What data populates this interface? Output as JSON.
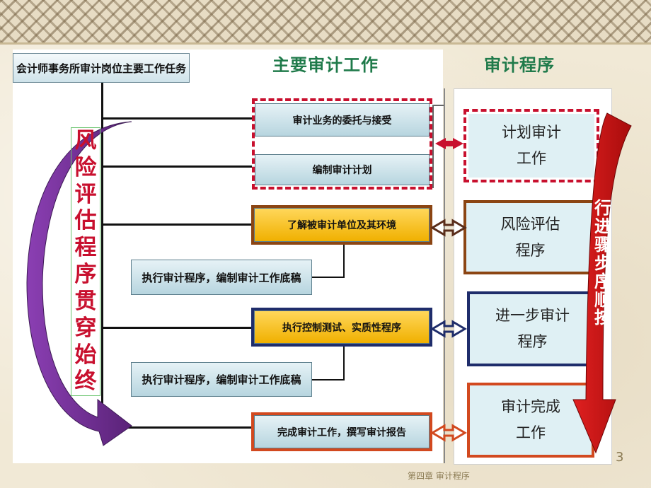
{
  "headings": {
    "main_work": "主要审计工作",
    "procedures": "审计程序"
  },
  "top_box": "会计师事务所审计岗位主要工作任务",
  "tasks": [
    "审计业务的委托与接受",
    "编制审计计划",
    "了解被审计单位及其环境",
    "执行审计程序，编制审计工作底稿",
    "执行控制测试、实质性程序",
    "执行审计程序，编制审计工作底稿",
    "完成审计工作，撰写审计报告"
  ],
  "procedures": [
    {
      "line1": "计划审计",
      "line2": "工作"
    },
    {
      "line1": "风险评估",
      "line2": "程序"
    },
    {
      "line1": "进一步审计",
      "line2": "程序"
    },
    {
      "line1": "审计完成",
      "line2": "工作"
    }
  ],
  "left_arrow_text": "风险评估程序贯穿始终",
  "right_arrow_text": "行进骤步序顺按",
  "footer": "第四章 审计程序",
  "page_number": "3",
  "colors": {
    "dashed_red": "#c8102e",
    "brown": "#8b4513",
    "navy": "#1f2d6b",
    "orange": "#d2491f",
    "heading_green": "#1f7a4a",
    "task_yellow": "#f0b000",
    "left_arrow_purple": "#6b2c91",
    "right_arrow_red": "#cc1010"
  }
}
